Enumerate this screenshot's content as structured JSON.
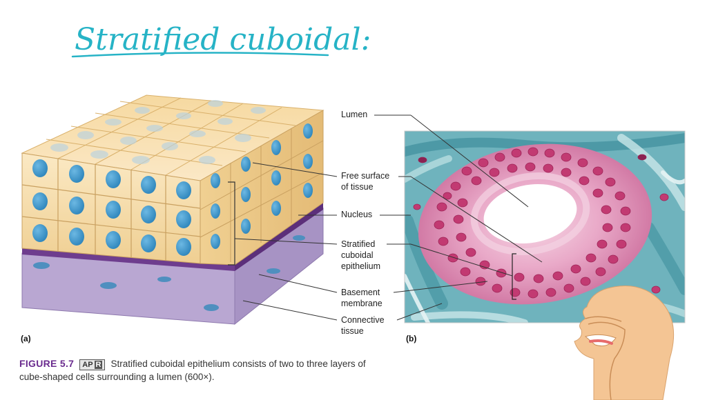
{
  "title": "Stratified cuboidal:",
  "diagram": {
    "panel_a_tag": "(a)",
    "panel_b_tag": "(b)",
    "labels": {
      "lumen": "Lumen",
      "free_surface": [
        "Free surface",
        "of tissue"
      ],
      "nucleus": "Nucleus",
      "stratified": [
        "Stratified",
        "cuboidal",
        "epithelium"
      ],
      "basement": [
        "Basement",
        "membrane"
      ],
      "connective": [
        "Connective",
        "tissue"
      ]
    }
  },
  "caption": {
    "figure": "FIGURE 5.7",
    "badge_left": "AP",
    "badge_right": "R",
    "line1": "Stratified cuboidal epithelium consists of two to three layers of",
    "line2": "cube-shaped cells surrounding a lumen (600×)."
  },
  "colors": {
    "title_ink": "#26b3c6",
    "cell": "#f5dca4",
    "nucleus": "#3a95c8",
    "basement": "#6e3d8e",
    "connective": "#b9a7d2",
    "micro_stain": "#d44d82",
    "micro_fiber": "#4fa0ac",
    "caption_fig": "#6a2b8e"
  }
}
